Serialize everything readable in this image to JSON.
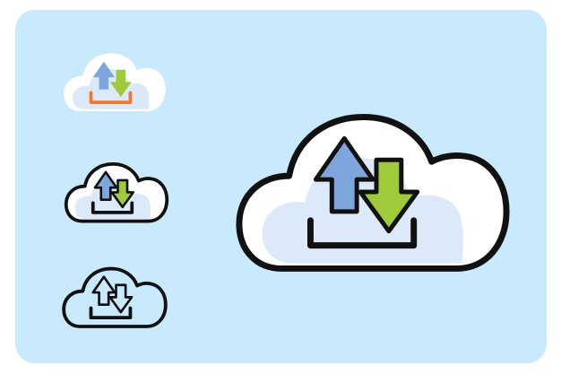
{
  "colors": {
    "panel_background": "#c9e9fc",
    "cloud_fill": "#ffffff",
    "cloud_shade": "#dbe9f8",
    "outline": "#111111",
    "upload_arrow": "#7fa6dc",
    "download_arrow": "#9fcb3a",
    "tray_accent": "#f07a2c"
  },
  "icons": [
    {
      "name": "cloud-sync-icon",
      "style": "color-no-outline"
    },
    {
      "name": "cloud-sync-icon",
      "style": "filled-outline"
    },
    {
      "name": "cloud-sync-icon",
      "style": "line-outline"
    },
    {
      "name": "cloud-sync-icon",
      "style": "filled-outline-large"
    }
  ]
}
